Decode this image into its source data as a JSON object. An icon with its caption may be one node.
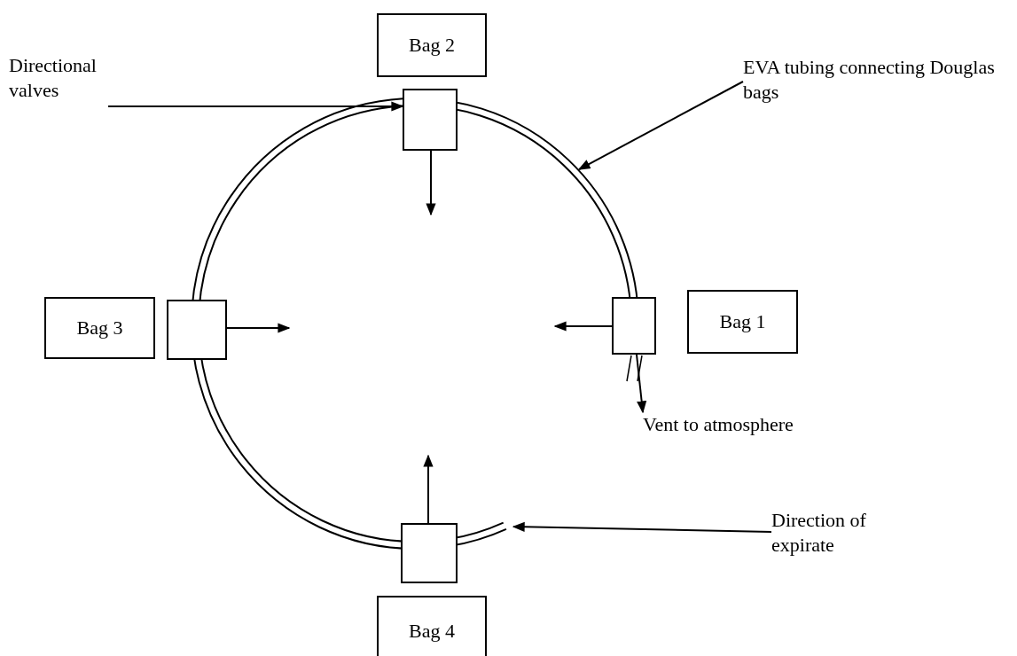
{
  "diagram": {
    "nodes": [
      {
        "text": [
          "Directional valves"
        ]
      },
      {
        "text": [
          "Bag 2"
        ]
      },
      {
        "text": [],
        "shape": "box"
      },
      {
        "text": [
          "EVA tubing connecting Douglas bags"
        ]
      },
      {
        "text": [],
        "shape": "circle"
      },
      {
        "text": [
          "Bag 3"
        ]
      },
      {
        "text": [],
        "shape": "box"
      },
      {
        "text": [],
        "shape": "box"
      },
      {
        "text": [
          "Bag 1"
        ]
      },
      {
        "text": [
          "Vent to atmosphere"
        ]
      },
      {
        "text": [],
        "shape": "box"
      },
      {
        "text": [
          "Direction of expirate"
        ]
      },
      {
        "text": [
          "Bag 4"
        ]
      }
    ],
    "edges": [
      {
        "from": 0,
        "to": 2,
        "arrow": "to"
      },
      {
        "from": 3,
        "to": 4,
        "arrow": "to"
      },
      {
        "from": 2,
        "to": 4,
        "arrow": "to"
      },
      {
        "from": 6,
        "to": 4,
        "arrow": "to"
      },
      {
        "from": 7,
        "to": 4,
        "arrow": "to"
      },
      {
        "from": 7,
        "to": 9,
        "arrow": "to"
      },
      {
        "from": 10,
        "to": 4,
        "arrow": "to"
      },
      {
        "from": 11,
        "to": 4,
        "arrow": "to"
      }
    ]
  }
}
